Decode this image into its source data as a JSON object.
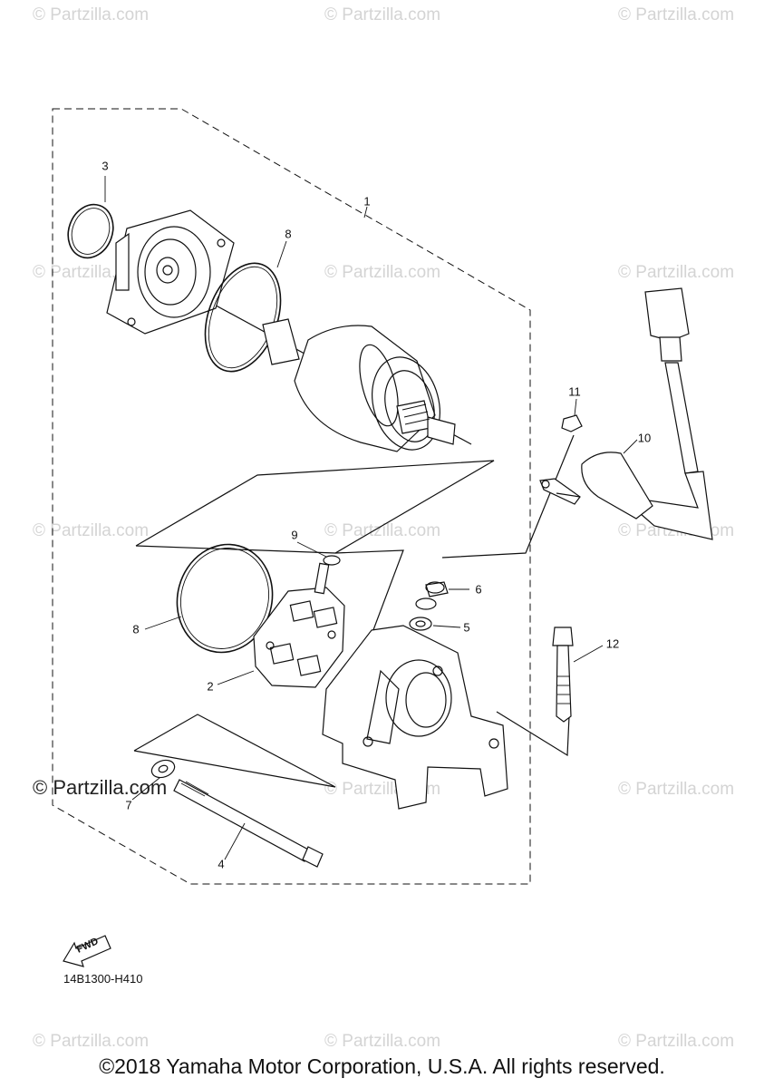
{
  "watermark": {
    "text": "© Partzilla.com",
    "strong_text": "© Partzilla.com"
  },
  "diagram": {
    "callouts": [
      "1",
      "2",
      "3",
      "4",
      "5",
      "6",
      "7",
      "8",
      "8",
      "9",
      "10",
      "11",
      "12"
    ],
    "reference_code": "14B1300-H410",
    "fwd_label": "FWD"
  },
  "footer": {
    "copyright": "©2018 Yamaha Motor Corporation, U.S.A. All rights reserved."
  }
}
